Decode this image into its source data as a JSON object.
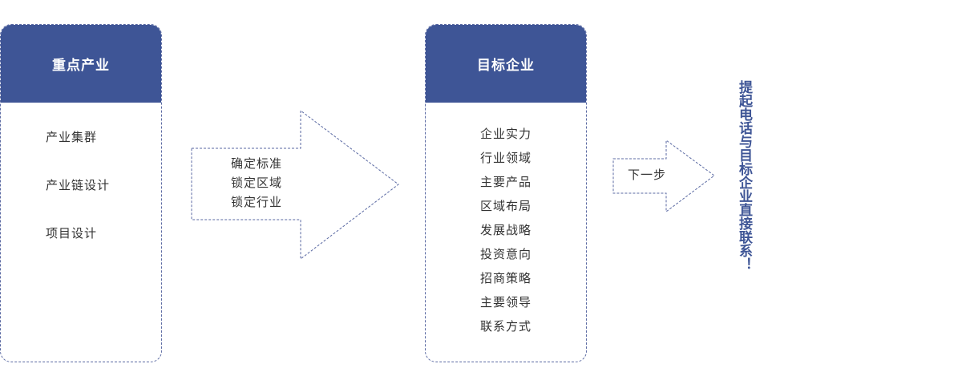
{
  "left_card": {
    "title": "重点产业",
    "items": [
      "产业集群",
      "产业链设计",
      "项目设计"
    ]
  },
  "arrow1": {
    "lines": [
      "确定标准",
      "锁定区域",
      "锁定行业"
    ]
  },
  "right_card": {
    "title": "目标企业",
    "items": [
      "企业实力",
      "行业领域",
      "主要产品",
      "区域布局",
      "发展战略",
      "投资意向",
      "招商策略",
      "主要领导",
      "联系方式"
    ]
  },
  "arrow2": {
    "label": "下一步"
  },
  "cta": "提起电话与目标企业直接联系！",
  "colors": {
    "header": "#3e5596",
    "border": "#5b6aa3",
    "text": "#333333"
  }
}
